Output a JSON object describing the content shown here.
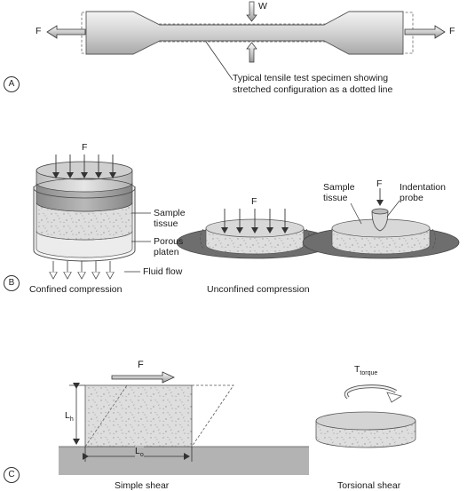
{
  "panels": [
    {
      "marker": "A"
    },
    {
      "marker": "B"
    },
    {
      "marker": "C"
    }
  ],
  "panel_a": {
    "force_left": "F",
    "force_right": "F",
    "weight_label": "W",
    "caption_line1": "Typical tensile test specimen showing",
    "caption_line2": "stretched configuration as a dotted line"
  },
  "panel_b": {
    "confined": {
      "force": "F",
      "sample_tissue_1": "Sample",
      "sample_tissue_2": "tissue",
      "porous_platen_1": "Porous",
      "porous_platen_2": "platen",
      "fluid_flow": "Fluid flow",
      "caption": "Confined compression"
    },
    "unconfined": {
      "force": "F",
      "caption": "Unconfined compression"
    },
    "indentation": {
      "force": "F",
      "sample_tissue_1": "Sample",
      "sample_tissue_2": "tissue",
      "probe_1": "Indentation",
      "probe_2": "probe"
    }
  },
  "panel_c": {
    "simple": {
      "force": "F",
      "height_label": "L",
      "height_sub": "h",
      "length_label": "L",
      "length_sub": "o",
      "caption": "Simple shear"
    },
    "torsional": {
      "torque_label": "T",
      "torque_sub": "torque",
      "caption": "Torsional shear"
    }
  }
}
